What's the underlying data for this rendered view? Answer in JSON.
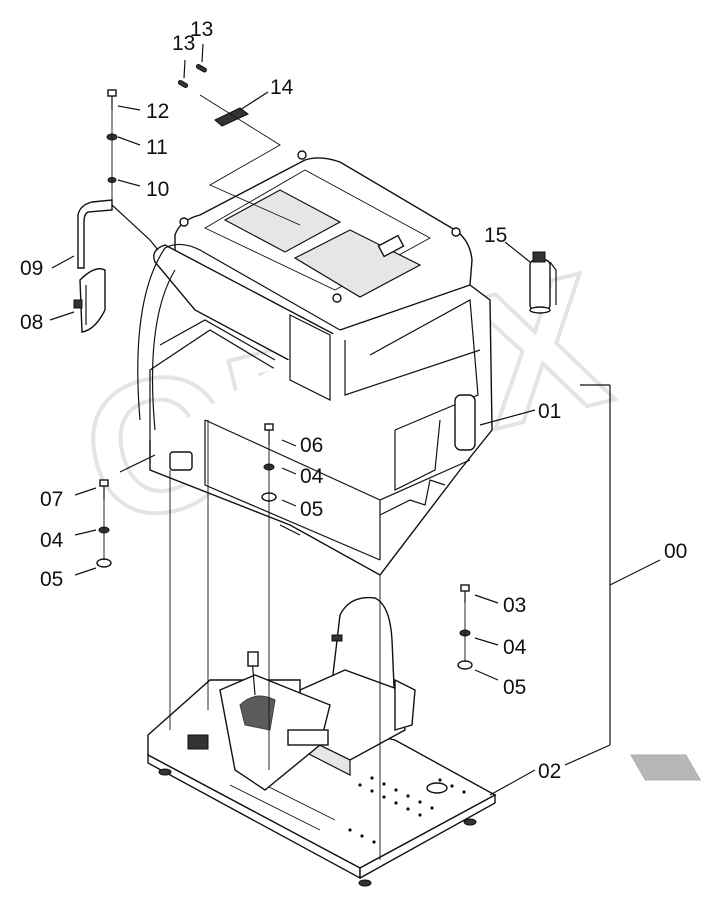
{
  "diagram": {
    "watermark": "OPEX",
    "labels": [
      {
        "id": "00",
        "text": "00"
      },
      {
        "id": "01",
        "text": "01"
      },
      {
        "id": "02",
        "text": "02"
      },
      {
        "id": "03",
        "text": "03"
      },
      {
        "id": "04a",
        "text": "04"
      },
      {
        "id": "04b",
        "text": "04"
      },
      {
        "id": "04c",
        "text": "04"
      },
      {
        "id": "05a",
        "text": "05"
      },
      {
        "id": "05b",
        "text": "05"
      },
      {
        "id": "05c",
        "text": "05"
      },
      {
        "id": "06",
        "text": "06"
      },
      {
        "id": "07",
        "text": "07"
      },
      {
        "id": "08",
        "text": "08"
      },
      {
        "id": "09",
        "text": "09"
      },
      {
        "id": "10",
        "text": "10"
      },
      {
        "id": "11",
        "text": "11"
      },
      {
        "id": "12",
        "text": "12"
      },
      {
        "id": "13a",
        "text": "13"
      },
      {
        "id": "13b",
        "text": "13"
      },
      {
        "id": "14",
        "text": "14"
      },
      {
        "id": "15",
        "text": "15"
      }
    ]
  }
}
